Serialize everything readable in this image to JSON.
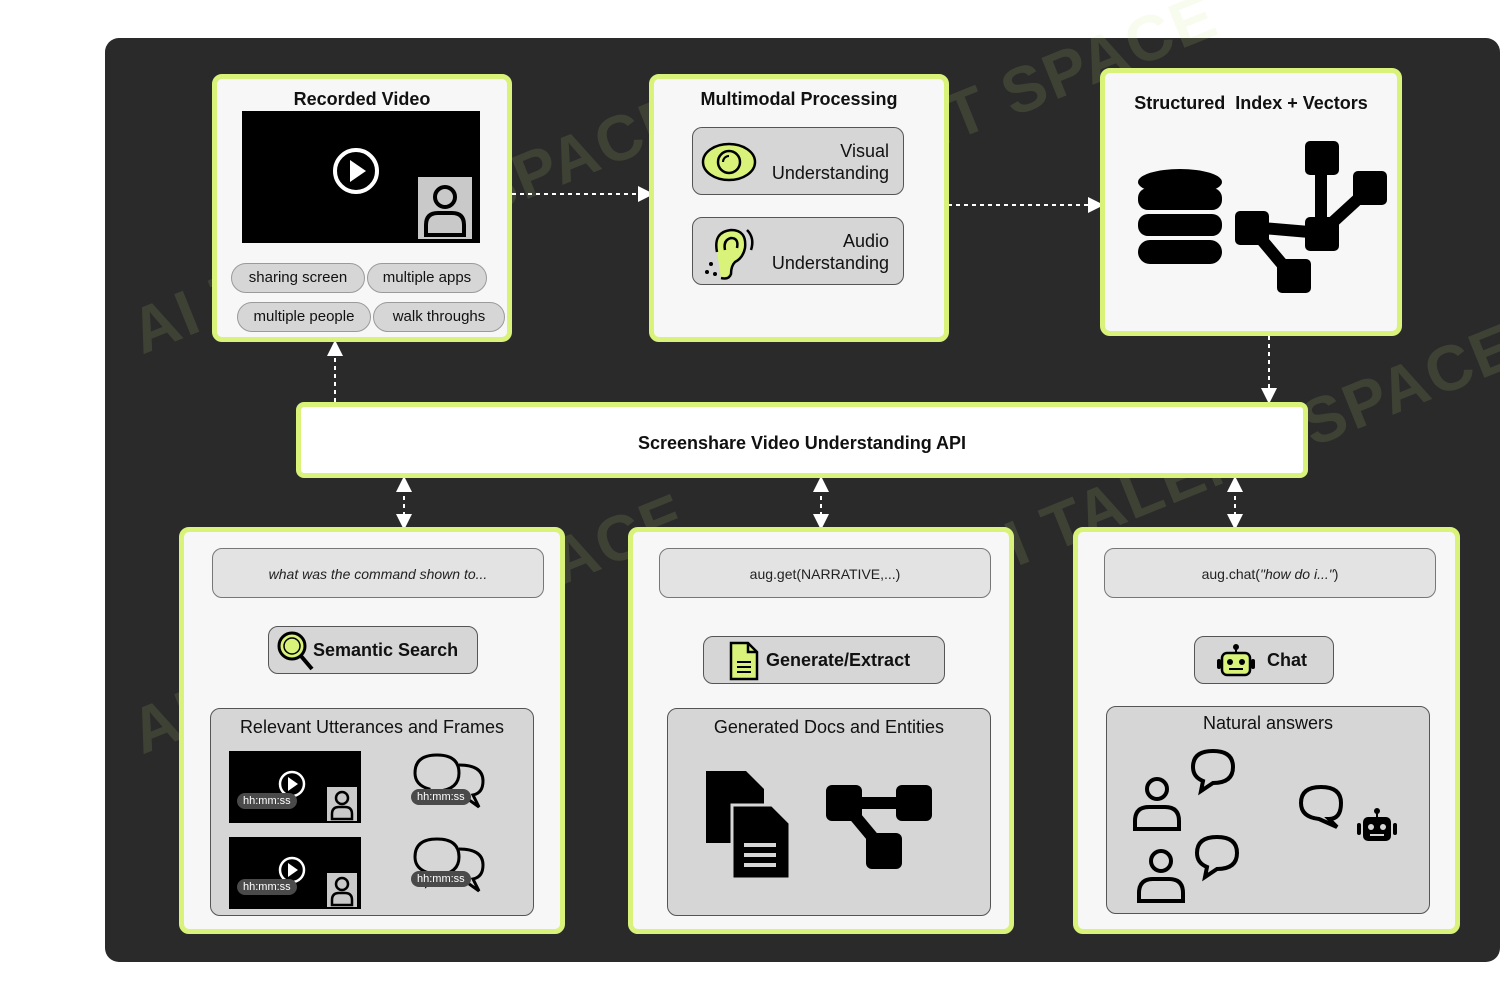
{
  "watermark": "AI TALENT SPACE",
  "colors": {
    "accent": "#d9f27a",
    "panel": "#2a2a2a",
    "box": "#f7f7f7",
    "chip": "#d6d6d6"
  },
  "recorded_video": {
    "title": "Recorded Video",
    "tags": [
      "sharing screen",
      "multiple apps",
      "multiple people",
      "walk throughs"
    ]
  },
  "multimodal": {
    "title": "Multimodal Processing",
    "visual": [
      "Visual",
      "Understanding"
    ],
    "audio": [
      "Audio",
      "Understanding"
    ]
  },
  "index": {
    "title": "Structured  Index + Vectors"
  },
  "api": {
    "label": "Screenshare Video Understanding API"
  },
  "search": {
    "query": "what was the command shown to...",
    "action": "Semantic Search",
    "result_title": "Relevant Utterances and Frames",
    "timestamp": "hh:mm:ss"
  },
  "generate": {
    "query": "aug.get(NARRATIVE,...)",
    "action": "Generate/Extract",
    "result_title": "Generated Docs and Entities"
  },
  "chat": {
    "query_prefix": "aug.chat(",
    "query_italic": "\"how do i...\"",
    "query_suffix": ")",
    "action": "Chat",
    "result_title": "Natural answers"
  }
}
